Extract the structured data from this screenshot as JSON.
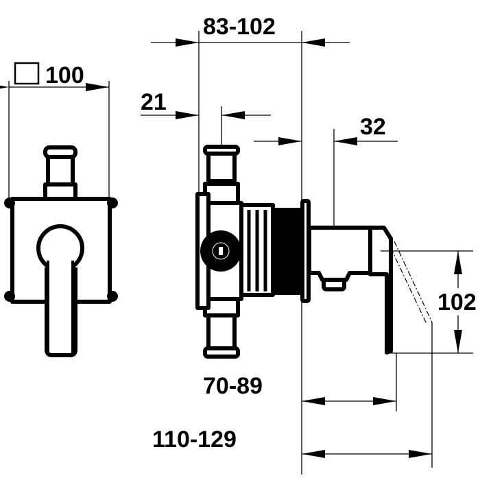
{
  "dimensions": {
    "front_width": "100",
    "wall_depth": "83-102",
    "pipe_offset": "21",
    "escutcheon_offset": "32",
    "lever_height": "102",
    "projection": "70-89",
    "total_projection": "110-129"
  },
  "icons": {
    "square_symbol": "square-section-icon"
  },
  "colors": {
    "line": "#000000",
    "background": "#ffffff"
  }
}
